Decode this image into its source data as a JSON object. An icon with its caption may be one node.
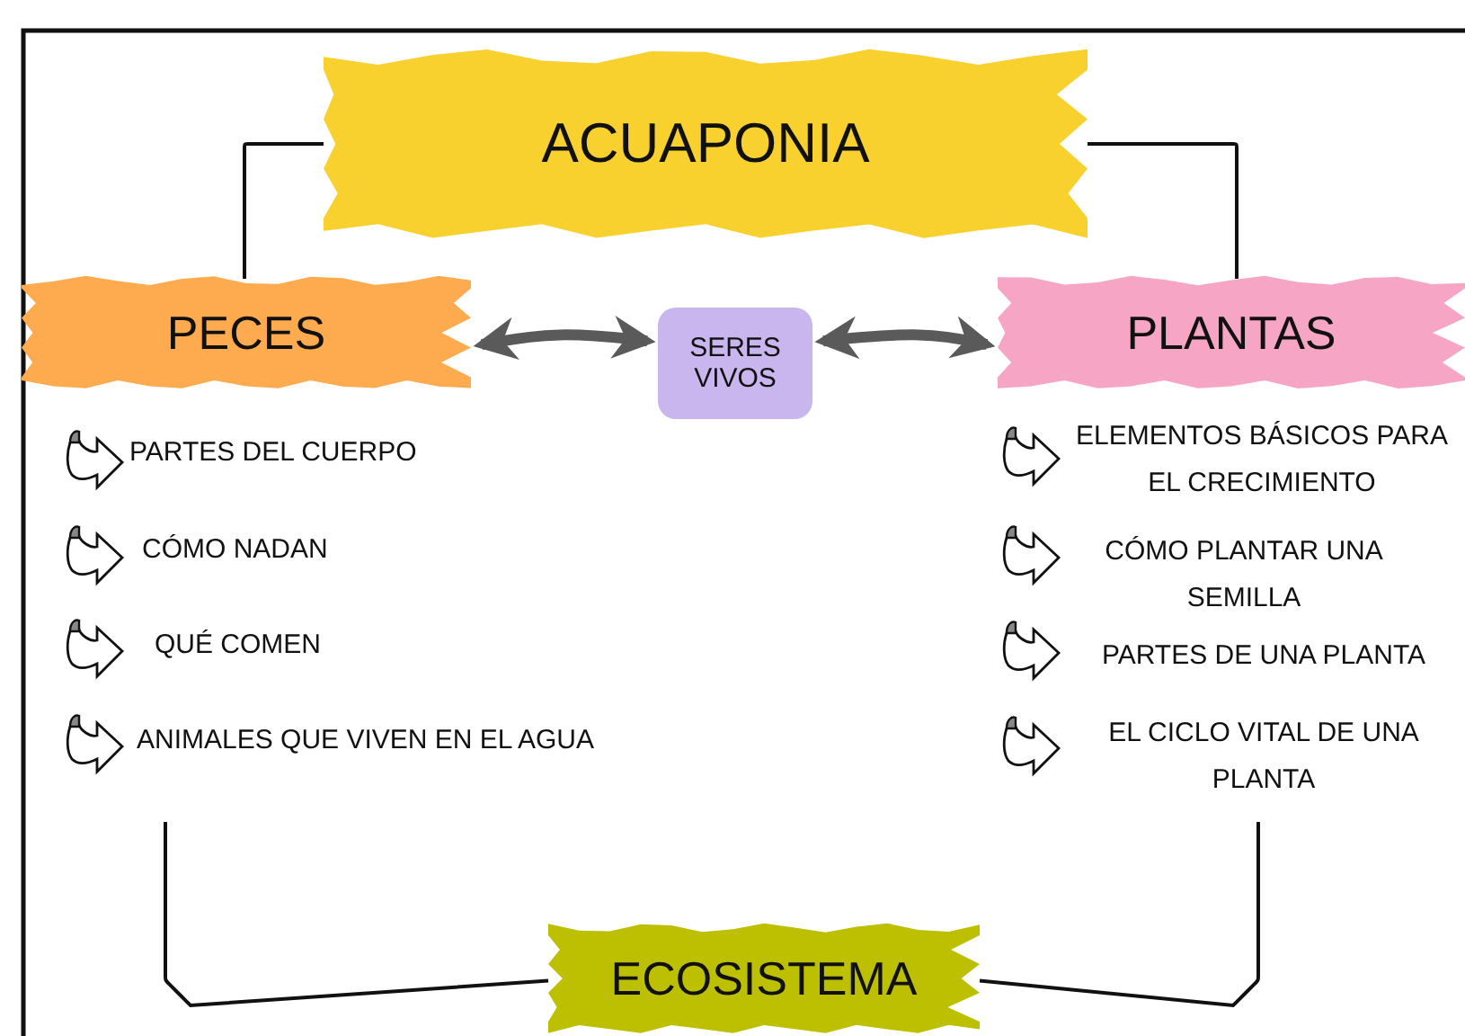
{
  "diagram": {
    "nodes": [
      {
        "text": [
          "ACUAPONIA"
        ]
      },
      {
        "text": [
          "PECES"
        ]
      },
      {
        "text": [
          "SERES VIVOS"
        ]
      },
      {
        "text": [
          "PLANTAS"
        ]
      },
      {
        "text": [
          "ECOSISTEMA"
        ]
      }
    ],
    "edges": [
      {
        "from": 0,
        "to": 1,
        "arrow": "none"
      },
      {
        "from": 0,
        "to": 3,
        "arrow": "none"
      },
      {
        "from": 1,
        "to": 2,
        "arrow": "both",
        "style": "thick",
        "color": "#5a5a5a"
      },
      {
        "from": 2,
        "to": 3,
        "arrow": "both",
        "style": "thick",
        "color": "#5a5a5a"
      },
      {
        "from": null,
        "to": 4,
        "arrow": "none"
      },
      {
        "from": null,
        "to": 4,
        "arrow": "none"
      }
    ],
    "labels": [
      "PARTES DEL CUERPO",
      "CÓMO NADAN",
      "QUÉ COMEN",
      "ANIMALES QUE VIVEN EN EL AGUA",
      "ELEMENTOS BÁSICOS PARA EL CRECIMIENTO",
      "CÓMO PLANTAR UNA SEMILLA",
      "PARTES DE UNA PLANTA",
      "EL CICLO VITAL DE UNA PLANTA"
    ]
  }
}
